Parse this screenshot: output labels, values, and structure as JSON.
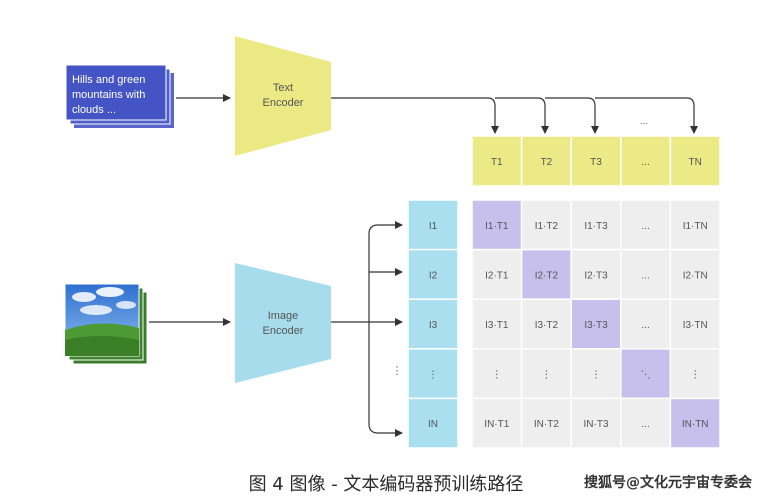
{
  "input_text": {
    "lines": [
      "Hills and green",
      "mountains with",
      "clouds ..."
    ]
  },
  "text_encoder": {
    "label_lines": [
      "Text",
      "Encoder"
    ]
  },
  "image_encoder": {
    "label_lines": [
      "Image",
      "Encoder"
    ]
  },
  "text_tokens": [
    "T1",
    "T2",
    "T3",
    "...",
    "TN"
  ],
  "image_tokens": [
    "I1",
    "I2",
    "I3",
    "⋮",
    "IN"
  ],
  "extra_dots": {
    "top_arrow": "...",
    "left_arrow": "⋮"
  },
  "matrix": [
    [
      "I1·T1",
      "I1·T2",
      "I1·T3",
      "...",
      "I1·TN"
    ],
    [
      "I2·T1",
      "I2·T2",
      "I2·T3",
      "...",
      "I2·TN"
    ],
    [
      "I3·T1",
      "I3·T2",
      "I3·T3",
      "...",
      "I3·TN"
    ],
    [
      "⋮",
      "⋮",
      "⋮",
      "⋱",
      "⋮"
    ],
    [
      "IN·T1",
      "IN·T2",
      "IN·T3",
      "...",
      "IN·TN"
    ]
  ],
  "caption": "图 4 图像 - 文本编码器预训练路径",
  "watermark": "搜狐号@文化元宇宙专委会",
  "colors": {
    "text_card": "#4554c4",
    "text_encoder": "#ece884",
    "image_encoder": "#a6dcec",
    "text_token_cell": "#ecea86",
    "image_token_cell": "#a9dfee",
    "matrix_cell": "#eeeeee",
    "matrix_diag": "#c7c0ec",
    "line": "#333333"
  },
  "icons": {
    "photo": "landscape-photo-icon"
  }
}
